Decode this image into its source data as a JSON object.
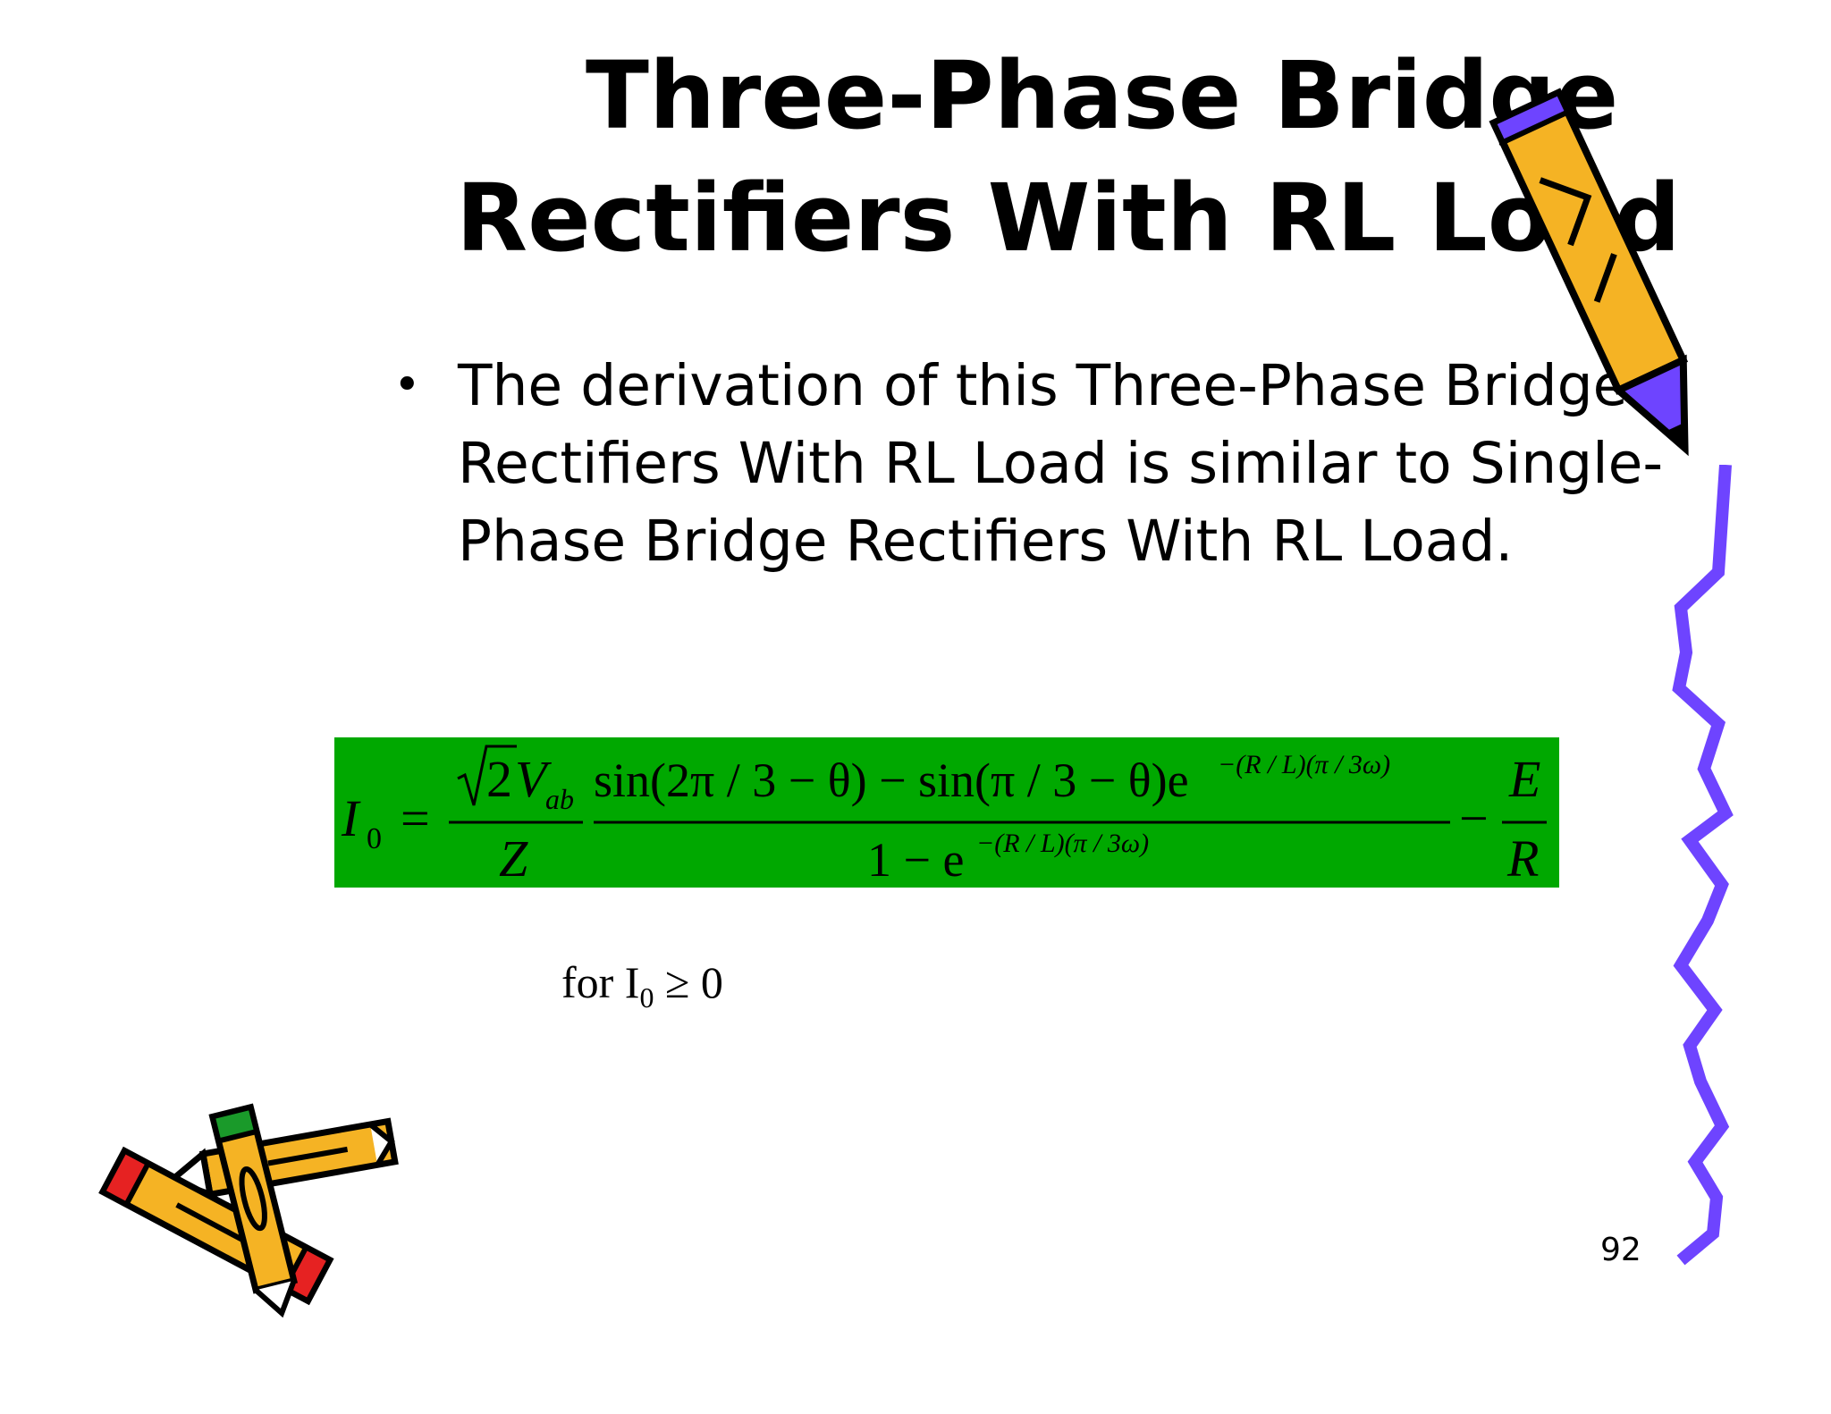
{
  "slide": {
    "title_line1": "Three-Phase Bridge",
    "title_line2": "Rectifiers With RL Load",
    "bullet": "The derivation of this Three-Phase Bridge Rectifiers With RL Load is similar to Single-Phase Bridge Rectifiers With RL Load.",
    "bullet_marker": "•",
    "formula": {
      "lhs": "I",
      "lhs_sub": "0",
      "equals": "=",
      "sqrt_num": "2",
      "v": "V",
      "v_sub": "ab",
      "z": "Z",
      "numerator_a": "sin(2π / 3 − θ) − sin(π / 3 − θ)e",
      "numerator_exp": "−(R / L)(π / 3ω)",
      "denominator": "1 − e",
      "denominator_exp": "−(R / L)(π / 3ω)",
      "minus": "−",
      "e_over": "E",
      "r_under": "R"
    },
    "condition_prefix": "for I",
    "condition_sub": "0",
    "condition_suffix": " ≥ 0",
    "page_number": "92"
  },
  "colors": {
    "formula_background": "#00a800",
    "pencil_yellow": "#f5b324",
    "squiggle_purple": "#6e44ff",
    "eraser_red": "#e62222",
    "cap_green": "#1a9a2a"
  },
  "icons": [
    "pencil-icon",
    "crossed-pencils-icon",
    "squiggle-line"
  ]
}
